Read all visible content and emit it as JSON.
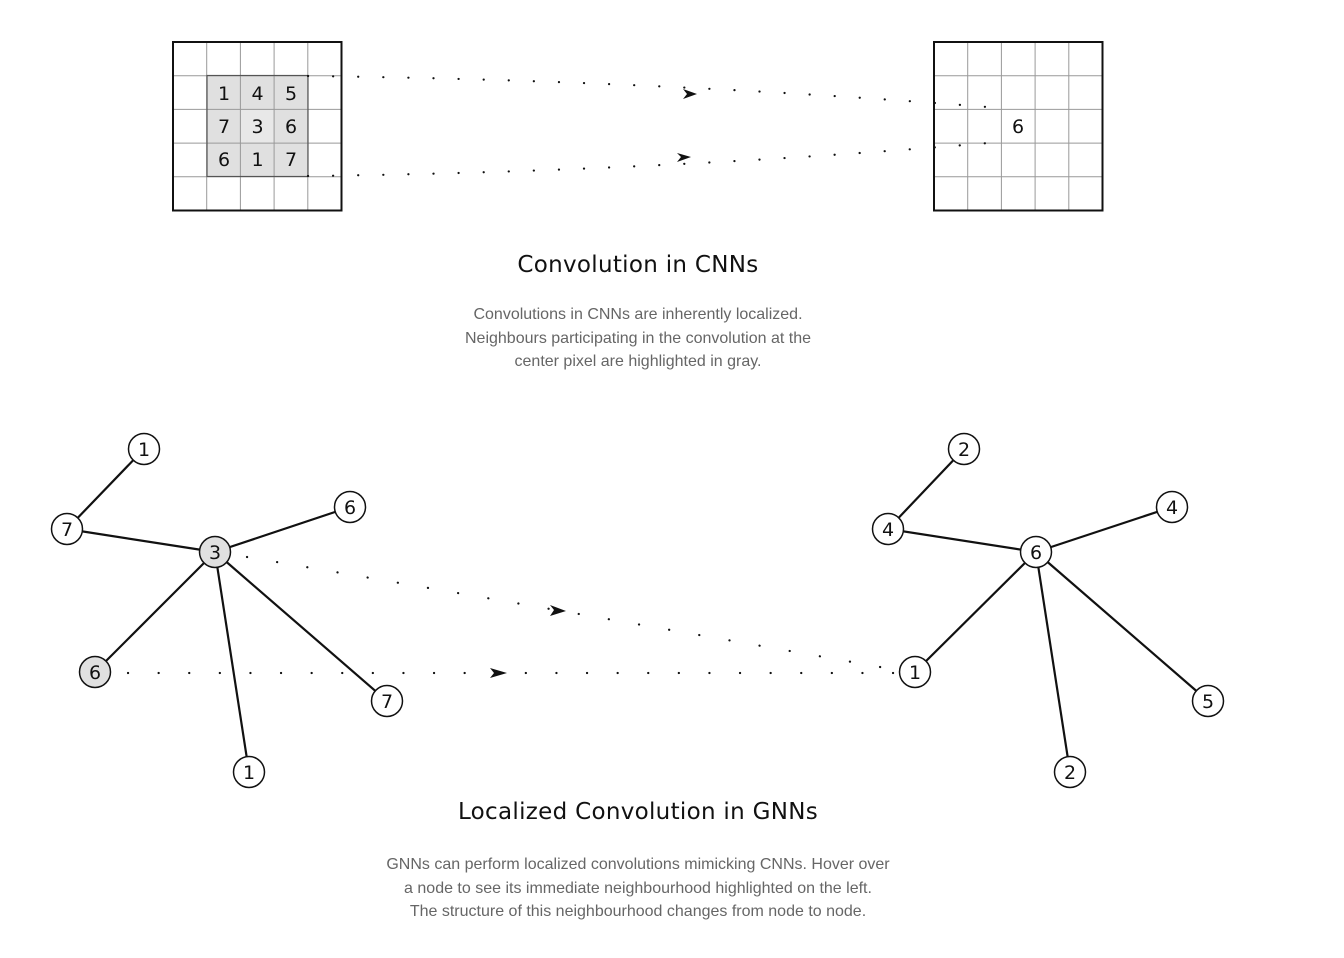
{
  "cnn": {
    "title": "Convolution in CNNs",
    "caption_lines": [
      "Convolutions in CNNs are inherently localized.",
      "Neighbours participating in the convolution at the",
      "center pixel are highlighted in gray."
    ],
    "input_grid": {
      "rows": 5,
      "cols": 5,
      "kernel_values": [
        [
          "1",
          "4",
          "5"
        ],
        [
          "7",
          "3",
          "6"
        ],
        [
          "6",
          "1",
          "7"
        ]
      ]
    },
    "output_grid": {
      "rows": 5,
      "cols": 5,
      "center_value": "6"
    }
  },
  "gnn": {
    "title": "Localized Convolution in GNNs",
    "caption_lines": [
      "GNNs can perform localized convolutions mimicking CNNs. Hover over",
      "a node to see its immediate neighbourhood highlighted on the left.",
      "The structure of this neighbourhood changes from node to node."
    ],
    "left_graph": {
      "center": "3",
      "nodes": [
        "1",
        "7",
        "3",
        "6",
        "6",
        "7",
        "1"
      ],
      "highlighted": [
        "3",
        "6"
      ]
    },
    "right_graph": {
      "center": "6",
      "nodes": [
        "2",
        "4",
        "6",
        "4",
        "1",
        "5",
        "2"
      ]
    }
  },
  "colors": {
    "highlight_fill": "#e0e0e0",
    "line": "#111111",
    "caption_text": "#666666",
    "grid_line": "#999999"
  }
}
